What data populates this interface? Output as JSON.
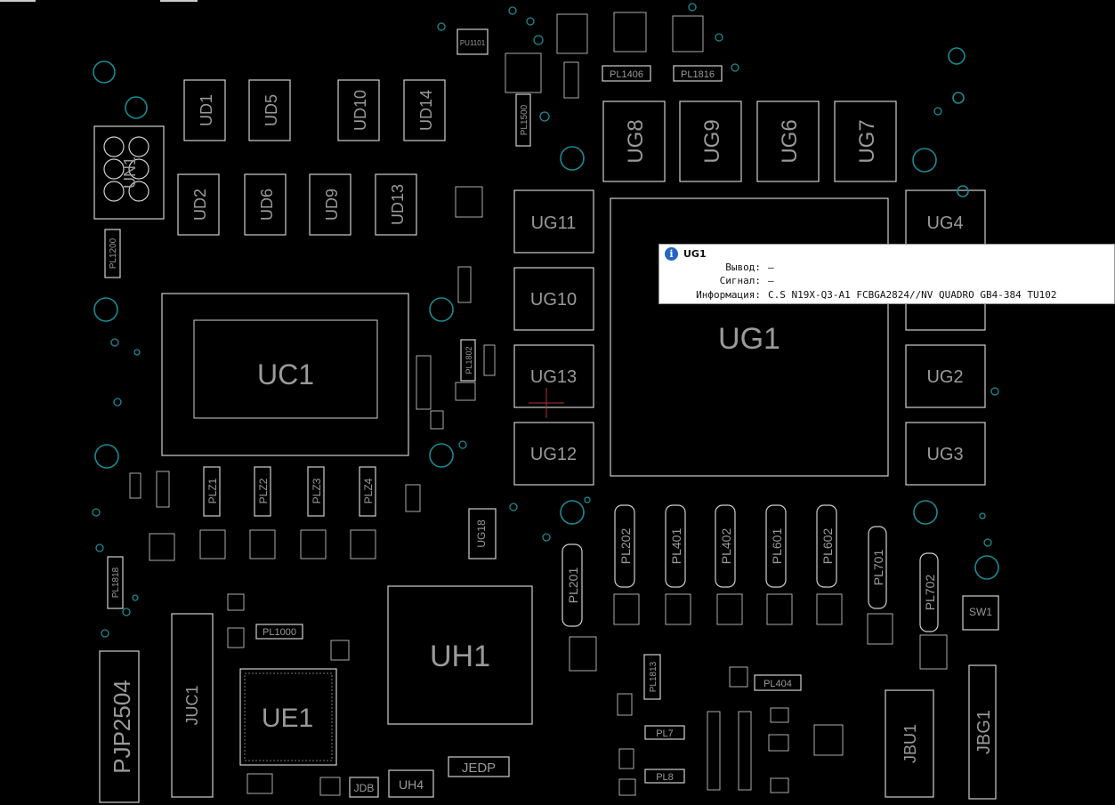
{
  "components": {
    "ud": [
      "UD1",
      "UD5",
      "UD10",
      "UD14",
      "UD2",
      "UD6",
      "UD9",
      "UD13"
    ],
    "ug_right": [
      "UG8",
      "UG9",
      "UG6",
      "UG7"
    ],
    "ug_left": [
      "UG11",
      "UG10",
      "UG13",
      "UG12"
    ],
    "ug_side": [
      "UG4",
      "UG2",
      "UG3"
    ],
    "ug_main": "UG1",
    "uc_main": "UC1",
    "uh_main": "UH1",
    "ue_main": "UE1",
    "pz": [
      "PLZ1",
      "PLZ2",
      "PLZ3",
      "PLZ4"
    ],
    "pl_row": [
      "PL202",
      "PL401",
      "PL402",
      "PL601",
      "PL602"
    ],
    "pl201": "PL201",
    "pl701": "PL701",
    "pl702": "PL702",
    "pl1406": "PL1406",
    "pl1816": "PL1816",
    "pl1000": "PL1000",
    "pl404": "PL404",
    "pl7": "PL7",
    "pl8": "PL8",
    "pjp": "PJP2504",
    "jbg": "JBG1",
    "jedp": "JEDP",
    "jdb": "JDB",
    "uh4": "UH4",
    "sw1": "SW1",
    "ug18": "UG18",
    "pu1101": "PU1101",
    "pl1200": "PL1200",
    "pl1500": "PL1500",
    "pl1818": "PL1818",
    "pl1802": "PL1802",
    "pl1813": "PL1813",
    "un1": "UN1",
    "juc": "JUC1",
    "jbu": "JBU1"
  },
  "tooltip": {
    "icon": "info-icon",
    "title": "UG1",
    "rows": {
      "pin_label": "Вывод:",
      "pin_value": "—",
      "signal_label": "Сигнал:",
      "signal_value": "—",
      "info_label": "Информация:",
      "info_value": "C.S N19X-Q3-A1 FCBGA2824//NV QUADRO GB4-384 TU102"
    }
  },
  "colors": {
    "background": "#000000",
    "component_outline": "#cfcfcf",
    "label": "#9a9a9a",
    "via": "#1a8a92",
    "tooltip_bg": "#ffffff",
    "info_icon": "#2563c4",
    "crosshair": "#b03030"
  }
}
